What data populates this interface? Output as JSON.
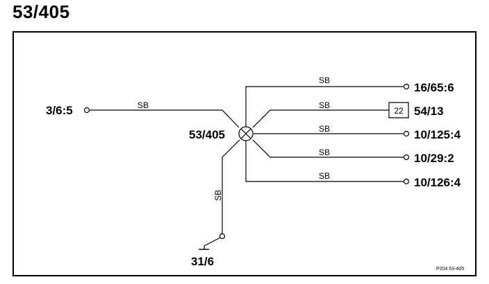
{
  "title": "53/405",
  "splice": {
    "label": "53/405"
  },
  "wire_color_code": "SB",
  "terminals": {
    "left": "3/6:5",
    "r1": "16/65:6",
    "r2": "54/13",
    "r3": "10/125:4",
    "r4": "10/29:2",
    "r5": "10/126:4",
    "ground": "31/6"
  },
  "connector_box": {
    "number": "22"
  },
  "wires": {
    "left": "SB",
    "r1": "SB",
    "r2": "SB",
    "r3": "SB",
    "r4": "SB",
    "r5": "SB",
    "ground": "SB"
  },
  "footer": {
    "reference": "P204 53-405"
  }
}
